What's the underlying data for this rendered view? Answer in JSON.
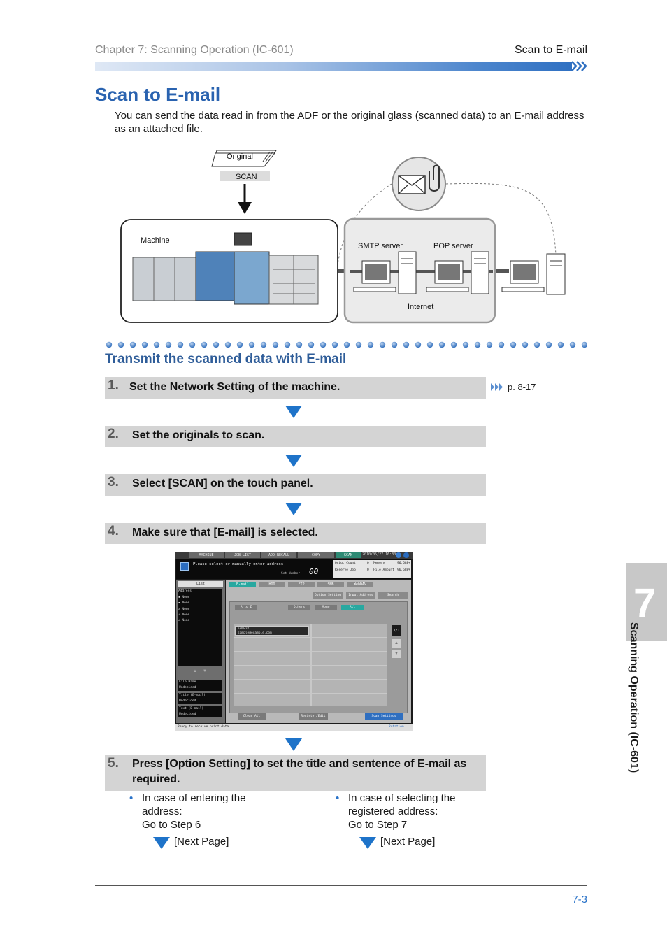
{
  "header": {
    "chapter": "Chapter 7: Scanning Operation (IC-601)",
    "section": "Scan to E-mail"
  },
  "title": "Scan to E-mail",
  "intro": "You can send the data read in from the ADF or the original glass (scanned data) to an E-mail address as an attached file.",
  "diagram": {
    "original_label": "Original",
    "scan_label": "SCAN",
    "machine_label": "Machine",
    "smtp_label": "SMTP server",
    "pop_label": "POP server",
    "internet_label": "Internet"
  },
  "section_heading": "Transmit the scanned data with E-mail",
  "steps": [
    {
      "num": "1.",
      "text": "Set the Network Setting of the machine."
    },
    {
      "num": "2.",
      "text": "Set the originals to scan."
    },
    {
      "num": "3.",
      "text": "Select [SCAN] on the touch panel."
    },
    {
      "num": "4.",
      "text": "Make sure that [E-mail] is selected."
    },
    {
      "num": "5.",
      "text": "Press [Option Setting] to set the title and sentence of E-mail as required."
    }
  ],
  "reference": "p. 8-17",
  "screen": {
    "tabs": [
      "MACHINE",
      "JOB LIST",
      "ADD RECALL",
      "COPY",
      "SCAN"
    ],
    "datetime": "2010/05/27 16:30",
    "message": "Please select or manually enter address",
    "set_number_label": "Set Number",
    "set_number": "00",
    "counts": {
      "orig_count_label": "Orig. Count",
      "orig_count": "0",
      "reserve_job_label": "Reserve Job",
      "reserve_job": "0",
      "memory_label": "Memory",
      "memory": "96.688%",
      "file_amount_label": "File Amount",
      "file_amount": "96.688%"
    },
    "list_button": "List",
    "address_header": "Address",
    "address_items": [
      "None",
      "None",
      "None",
      "None",
      "None"
    ],
    "file_name_label": "File Name",
    "file_name_value": "Undecided",
    "title_label": "Title (E-mail)",
    "title_value": "Undecided",
    "text_label": "Text (E-mail)",
    "text_value": "Undecided",
    "dest_tabs": [
      "E-mail",
      "HDD",
      "FTP",
      "SMB",
      "WebDAV"
    ],
    "top_buttons": [
      "Option Setting",
      "Input Address",
      "Search"
    ],
    "filter_buttons": [
      "A to Z",
      "Others",
      "Mono",
      "All"
    ],
    "entry_name": "sample",
    "entry_address": "sample@example.com",
    "page_indicator": "1/1",
    "bottom_buttons": [
      "Clear All",
      "Register/Edit",
      "Scan Settings"
    ],
    "status": "Ready to receive print data",
    "rotation": "Rotation"
  },
  "options": [
    {
      "text1": "In case of entering the",
      "text2": "address:",
      "text3": "Go to Step 6",
      "next": "[Next Page]"
    },
    {
      "text1": "In case of selecting the",
      "text2": "registered address:",
      "text3": "Go to Step 7",
      "next": "[Next Page]"
    }
  ],
  "side_tab": {
    "number": "7",
    "label": "Scanning Operation (IC-601)"
  },
  "page_number": "7-3"
}
